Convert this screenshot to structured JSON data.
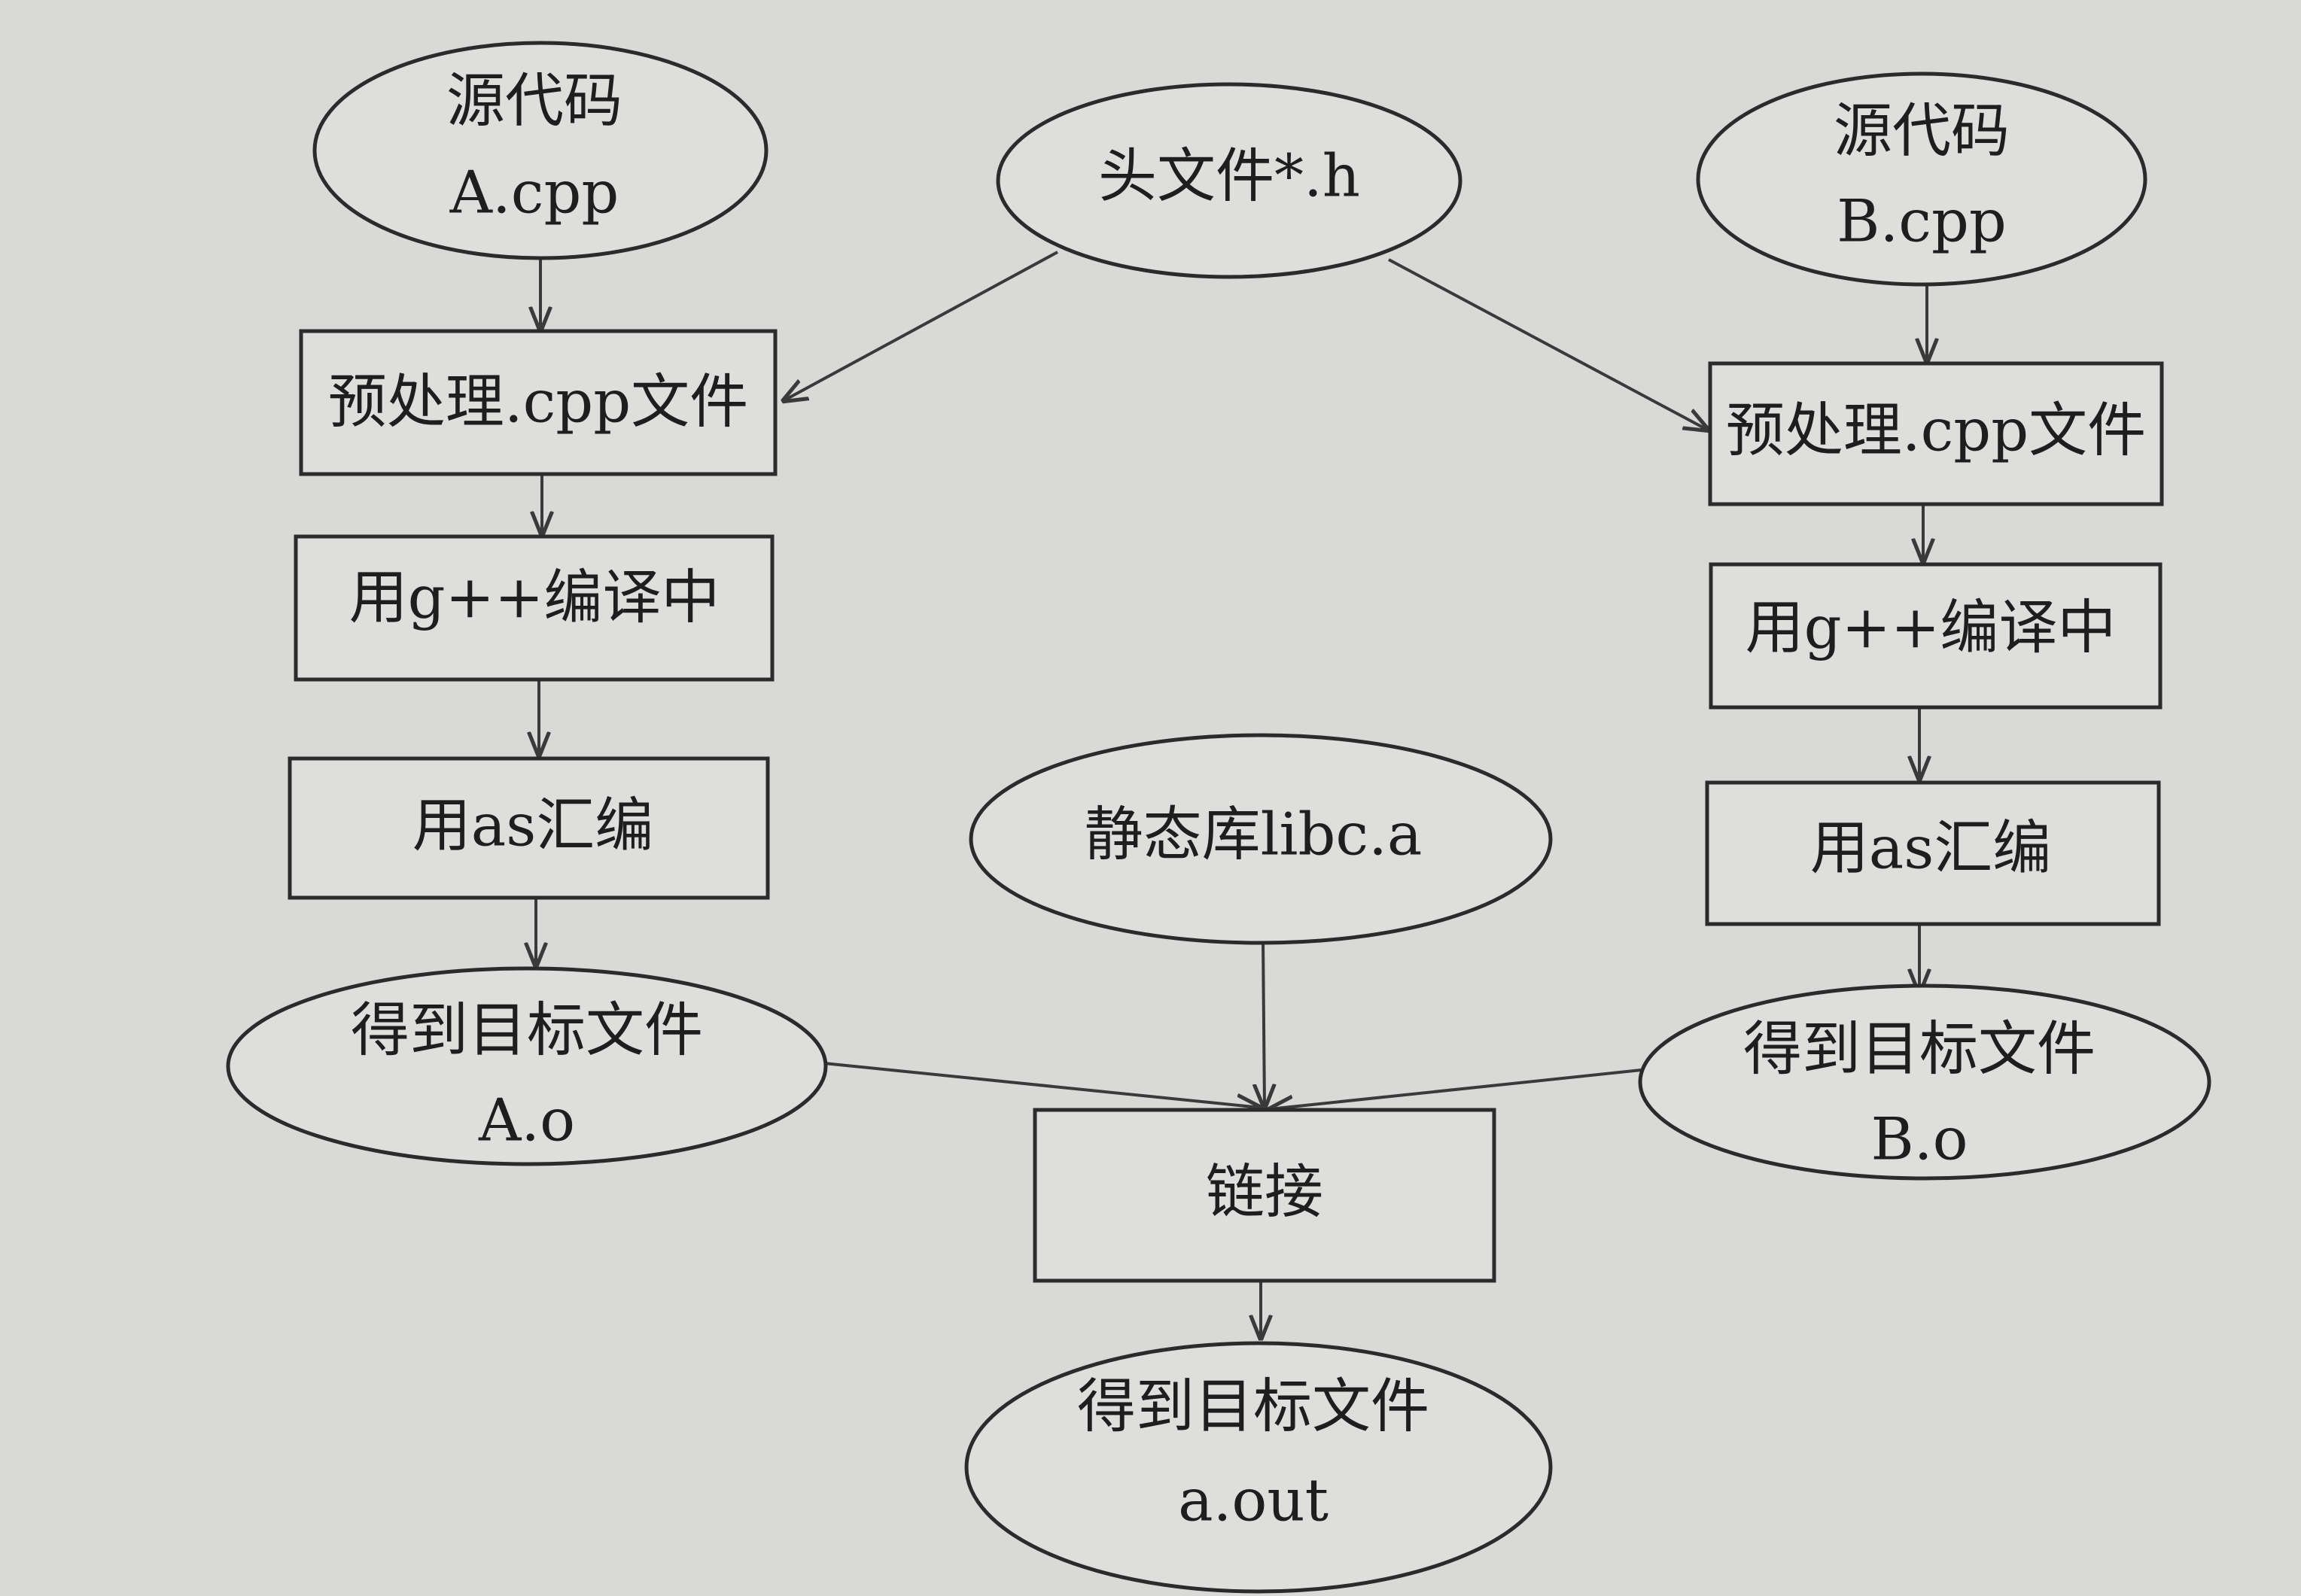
{
  "nodes": {
    "src_a": {
      "line1": "源代码",
      "line2": "A.cpp"
    },
    "header": {
      "line1": "头文件*.h"
    },
    "src_b": {
      "line1": "源代码",
      "line2": "B.cpp"
    },
    "pre_a": {
      "line1": "预处理.cpp文件"
    },
    "pre_b": {
      "line1": "预处理.cpp文件"
    },
    "comp_a": {
      "line1": "用g++编译中"
    },
    "comp_b": {
      "line1": "用g++编译中"
    },
    "asm_a": {
      "line1": "用as汇编"
    },
    "asm_b": {
      "line1": "用as汇编"
    },
    "static_lib": {
      "line1": "静态库libc.a"
    },
    "obj_a": {
      "line1": "得到目标文件",
      "line2": "A.o"
    },
    "obj_b": {
      "line1": "得到目标文件",
      "line2": "B.o"
    },
    "link": {
      "line1": "链接"
    },
    "out": {
      "line1": "得到目标文件",
      "line2": "a.out"
    }
  },
  "colors": {
    "background": "#d9d9d7",
    "stroke": "#2b2b2b",
    "text": "#1e1e1e"
  }
}
